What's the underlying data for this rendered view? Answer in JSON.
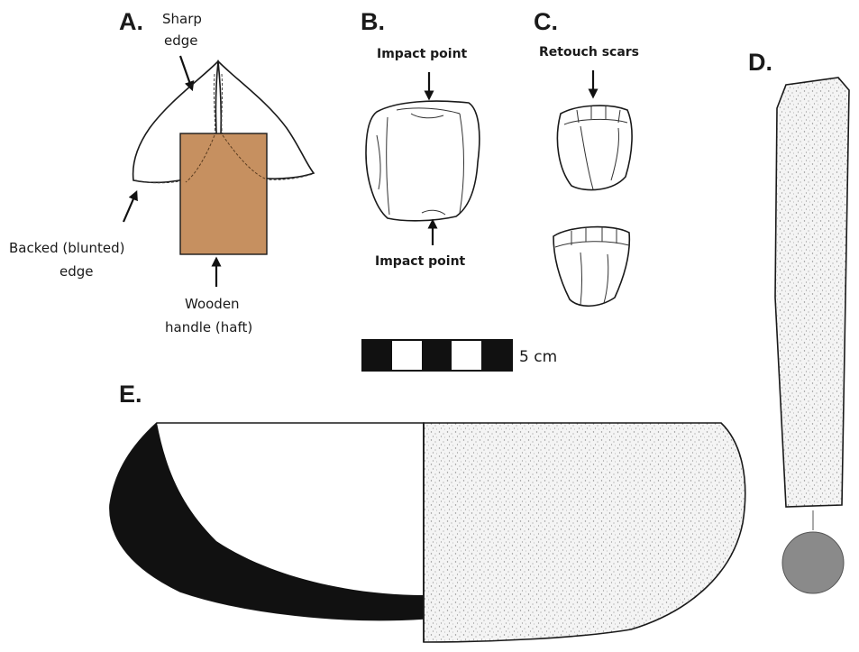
{
  "panels": {
    "a": {
      "letter": "A.",
      "sharp_edge_line1": "Sharp",
      "sharp_edge_line2": "edge",
      "backed_line1": "Backed (blunted)",
      "backed_line2": "edge",
      "handle_line1": "Wooden",
      "handle_line2": "handle (haft)",
      "handle_color": "#c69060"
    },
    "b": {
      "letter": "B.",
      "impact_top": "Impact point",
      "impact_bottom": "Impact point"
    },
    "c": {
      "letter": "C.",
      "retouch": "Retouch scars"
    },
    "d": {
      "letter": "D.",
      "circle_color": "#8a8a8a"
    },
    "e": {
      "letter": "E."
    }
  },
  "scale_bar": {
    "label": "5 cm"
  }
}
